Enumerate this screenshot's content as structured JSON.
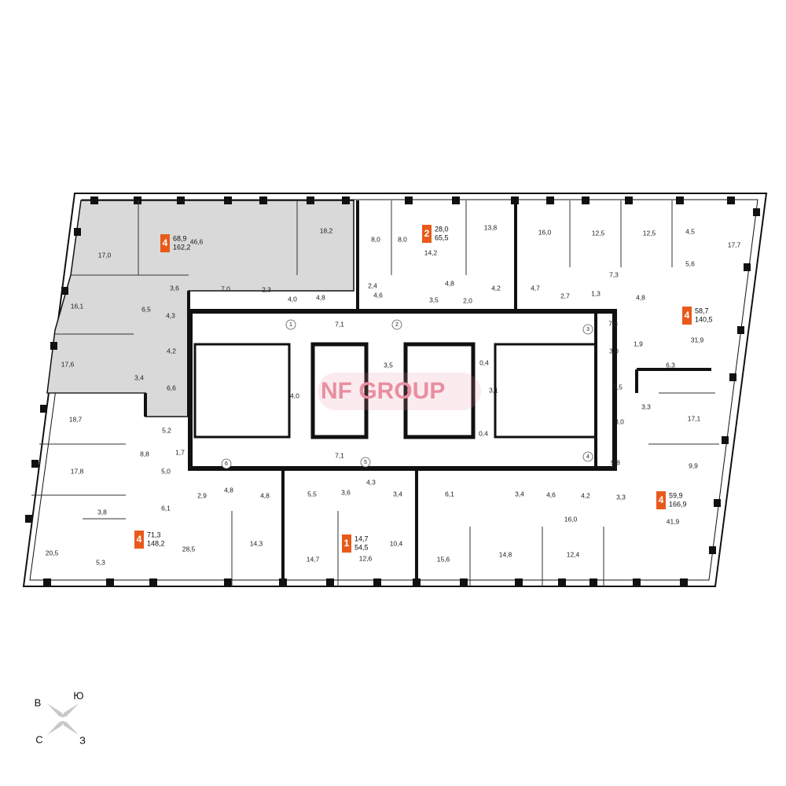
{
  "brand": {
    "logo_text": "NF GROUP"
  },
  "colors": {
    "highlight": "#d9d9d9",
    "badge": "#e85a1b",
    "logo": "#e88ea0",
    "wall": "#111111"
  },
  "apartments": [
    {
      "id": "a1",
      "rooms": "4",
      "living": "68,9",
      "total": "162,2",
      "highlighted": true
    },
    {
      "id": "a2",
      "rooms": "2",
      "living": "28,0",
      "total": "65,5",
      "highlighted": false
    },
    {
      "id": "a3",
      "rooms": "4",
      "living": "58,7",
      "total": "140,5",
      "highlighted": false
    },
    {
      "id": "a4",
      "rooms": "4",
      "living": "71,3",
      "total": "148,2",
      "highlighted": false
    },
    {
      "id": "a5",
      "rooms": "1",
      "living": "14,7",
      "total": "54,5",
      "highlighted": false
    },
    {
      "id": "a6",
      "rooms": "4",
      "living": "59,9",
      "total": "166,9",
      "highlighted": false
    }
  ],
  "room_areas": [
    "17,0",
    "46,6",
    "18,2",
    "8,0",
    "8,0",
    "14,2",
    "13,8",
    "16,0",
    "12,5",
    "12,5",
    "4,5",
    "17,7",
    "5,6",
    "16,1",
    "3,6",
    "7,0",
    "2,3",
    "4,0",
    "4,8",
    "2,4",
    "4,6",
    "4,8",
    "3,5",
    "2,0",
    "4,2",
    "4,7",
    "2,7",
    "1,3",
    "7,3",
    "4,8",
    "6,5",
    "4,3",
    "17,6",
    "4,2",
    "3,4",
    "6,6",
    "7,1",
    "7,8",
    "31,9",
    "3,0",
    "1,9",
    "6,3",
    "0,4",
    "3,5",
    "4,0",
    "3,1",
    "5,5",
    "3,3",
    "17,1",
    "18,7",
    "5,2",
    "3,0",
    "8,8",
    "1,7",
    "17,8",
    "5,0",
    "0,4",
    "7,1",
    "9,9",
    "5,8",
    "2,9",
    "4,8",
    "4,8",
    "5,5",
    "3,6",
    "4,3",
    "3,4",
    "6,1",
    "3,4",
    "4,6",
    "4,2",
    "3,3",
    "6,1",
    "16,0",
    "41,9",
    "3,8",
    "28,5",
    "14,3",
    "14,7",
    "12,6",
    "10,4",
    "15,6",
    "14,8",
    "12,4",
    "20,5",
    "5,3"
  ],
  "stair_numbers": [
    "1",
    "2",
    "3",
    "4",
    "5",
    "6"
  ],
  "compass": {
    "north": "С",
    "south": "Ю",
    "east": "В",
    "west": "З"
  }
}
